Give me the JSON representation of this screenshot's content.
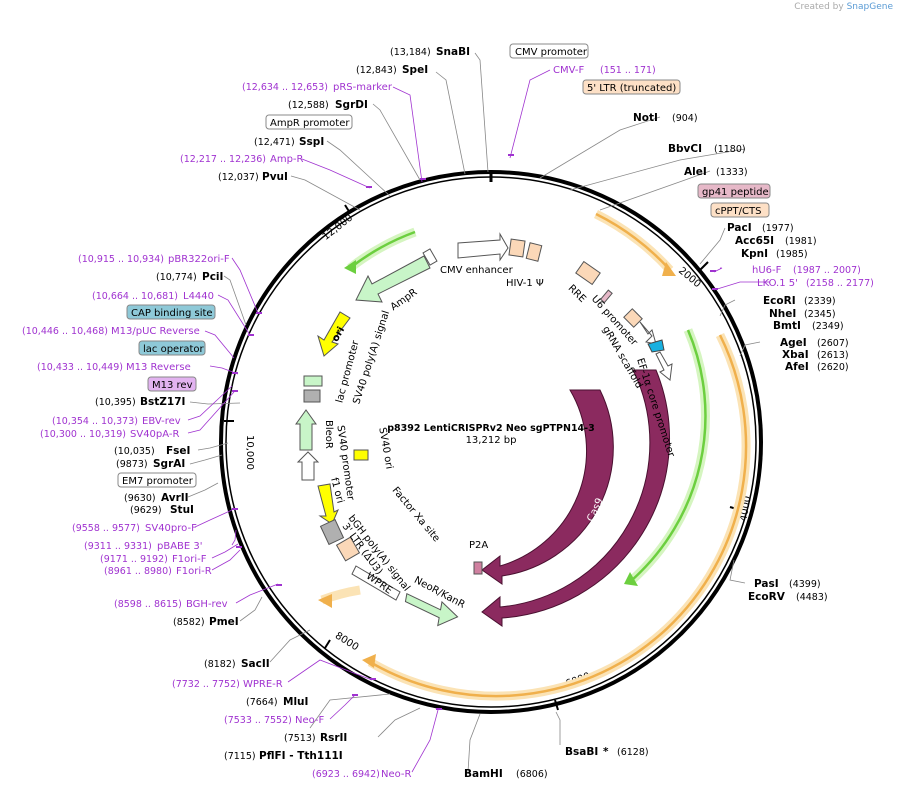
{
  "credit": {
    "prefix": "Created by",
    "brand": "SnapGene"
  },
  "plasmid": {
    "name": "p8392 LentiCRISPRv2 Neo sgPTPN14-3",
    "size": "13,212 bp"
  },
  "ticks": [
    "2000",
    "4000",
    "6000",
    "8000",
    "10,000",
    "12,000"
  ],
  "enzymes": [
    {
      "name": "SnaBI",
      "pos": "(13,184)"
    },
    {
      "name": "SpeI",
      "pos": "(12,843)"
    },
    {
      "name": "SgrDI",
      "pos": "(12,588)"
    },
    {
      "name": "SspI",
      "pos": "(12,471)"
    },
    {
      "name": "PvuI",
      "pos": "(12,037)"
    },
    {
      "name": "NotI",
      "pos": "(904)"
    },
    {
      "name": "BbvCI",
      "pos": "(1180)"
    },
    {
      "name": "AleI",
      "pos": "(1333)"
    },
    {
      "name": "PacI",
      "pos": "(1977)"
    },
    {
      "name": "Acc65I",
      "pos": "(1981)"
    },
    {
      "name": "KpnI",
      "pos": "(1985)"
    },
    {
      "name": "EcoRI",
      "pos": "(2339)"
    },
    {
      "name": "NheI",
      "pos": "(2345)"
    },
    {
      "name": "BmtI",
      "pos": "(2349)"
    },
    {
      "name": "AgeI",
      "pos": "(2607)"
    },
    {
      "name": "XbaI",
      "pos": "(2613)"
    },
    {
      "name": "AfeI",
      "pos": "(2620)"
    },
    {
      "name": "PasI",
      "pos": "(4399)"
    },
    {
      "name": "EcoRV",
      "pos": "(4483)"
    },
    {
      "name": "BsaBI",
      "pos": "(6128)",
      "star": "*"
    },
    {
      "name": "BamHI",
      "pos": "(6806)"
    },
    {
      "name": "PflFI - Tth111I",
      "pos": "(7115)"
    },
    {
      "name": "RsrII",
      "pos": "(7513)"
    },
    {
      "name": "MluI",
      "pos": "(7664)"
    },
    {
      "name": "SacII",
      "pos": "(8182)"
    },
    {
      "name": "PmeI",
      "pos": "(8582)"
    },
    {
      "name": "StuI",
      "pos": "(9629)"
    },
    {
      "name": "AvrII",
      "pos": "(9630)"
    },
    {
      "name": "SgrAI",
      "pos": "(9873)"
    },
    {
      "name": "FseI",
      "pos": "(10,035)"
    },
    {
      "name": "BstZ17I",
      "pos": "(10,395)"
    },
    {
      "name": "PciI",
      "pos": "(10,774)"
    }
  ],
  "primers": [
    {
      "name": "CMV-F",
      "pos": "(151 .. 171)"
    },
    {
      "name": "pRS-marker",
      "pos": "(12,634 .. 12,653)"
    },
    {
      "name": "Amp-R",
      "pos": "(12,217 .. 12,236)"
    },
    {
      "name": "hU6-F",
      "pos": "(1987 .. 2007)"
    },
    {
      "name": "LKO.1 5'",
      "pos": "(2158 .. 2177)"
    },
    {
      "name": "pBR322ori-F",
      "pos": "(10,915 .. 10,934)"
    },
    {
      "name": "L4440",
      "pos": "(10,664 .. 10,681)"
    },
    {
      "name": "M13/pUC Reverse",
      "pos": "(10,446 .. 10,468)"
    },
    {
      "name": "M13 Reverse",
      "pos": "(10,433 .. 10,449)"
    },
    {
      "name": "EBV-rev",
      "pos": "(10,354 .. 10,373)"
    },
    {
      "name": "SV40pA-R",
      "pos": "(10,300 .. 10,319)"
    },
    {
      "name": "SV40pro-F",
      "pos": "(9558 .. 9577)"
    },
    {
      "name": "pBABE 3'",
      "pos": "(9311 .. 9331)"
    },
    {
      "name": "F1ori-F",
      "pos": "(9171 .. 9192)"
    },
    {
      "name": "F1ori-R",
      "pos": "(8961 .. 8980)"
    },
    {
      "name": "BGH-rev",
      "pos": "(8598 .. 8615)"
    },
    {
      "name": "WPRE-R",
      "pos": "(7732 .. 7752)"
    },
    {
      "name": "Neo-F",
      "pos": "(7533 .. 7552)"
    },
    {
      "name": "Neo-R",
      "pos": "(6923 .. 6942)"
    }
  ],
  "boxed_labels": [
    {
      "text": "CMV promoter",
      "fill": "#ffffff"
    },
    {
      "text": "5' LTR (truncated)",
      "fill": "#fde0c6"
    },
    {
      "text": "gp41 peptide",
      "fill": "#e6b8c8"
    },
    {
      "text": "cPPT/CTS",
      "fill": "#fde0c6"
    },
    {
      "text": "AmpR promoter",
      "fill": "#ffffff"
    },
    {
      "text": "CAP binding site",
      "fill": "#8ec9d8"
    },
    {
      "text": "lac operator",
      "fill": "#8ec9d8"
    },
    {
      "text": "M13 rev",
      "fill": "#e2b3f0"
    },
    {
      "text": "EM7 promoter",
      "fill": "#ffffff"
    }
  ],
  "inner_labels": [
    "CMV enhancer",
    "HIV-1 Ψ",
    "RRE",
    "U6 promoter",
    "gRNA scaffold",
    "EF-1α core promoter",
    "AmpR",
    "ori",
    "lac promoter",
    "SV40 poly(A) signal",
    "SV40 ori",
    "BleoR",
    "SV40 promoter",
    "f1 ori",
    "Factor Xa site",
    "bGH poly(A) signal",
    "3' LTR (ΔU3)",
    "WPRE",
    "NeoR/KanR",
    "P2A",
    "Cas9",
    "Cas9"
  ],
  "colors": {
    "cas9": "#8b2a5f",
    "orange": "#f0b04c",
    "green": "#6ccf3f",
    "primer": "#a033d0",
    "ampr": "#c8f5c8"
  }
}
